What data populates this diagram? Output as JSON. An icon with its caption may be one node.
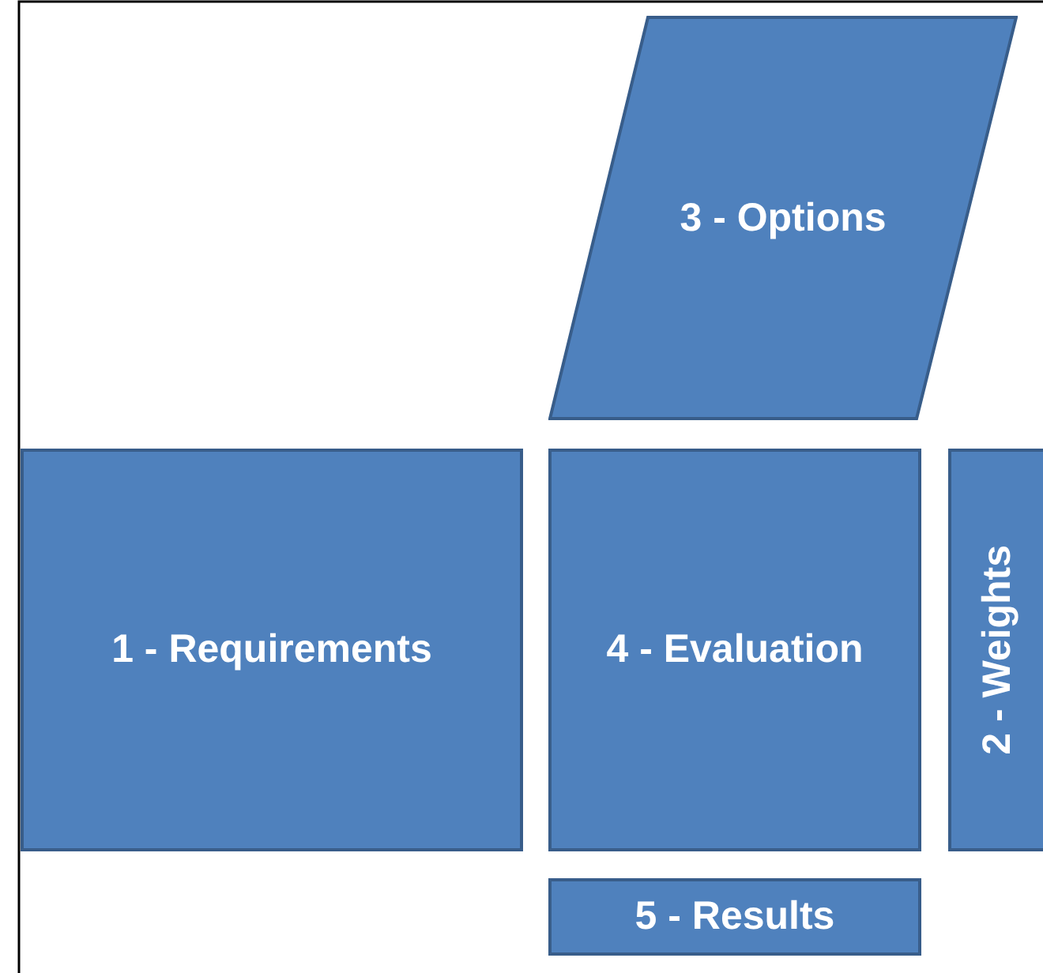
{
  "diagram": {
    "nodes": [
      {
        "text": [
          "3 - Options"
        ]
      },
      {
        "text": [
          "1 - Requirements"
        ]
      },
      {
        "text": [
          "4 - Evaluation"
        ]
      },
      {
        "text": [
          "2 - Weights"
        ]
      },
      {
        "text": [
          "5 - Results"
        ]
      }
    ],
    "edges": []
  }
}
